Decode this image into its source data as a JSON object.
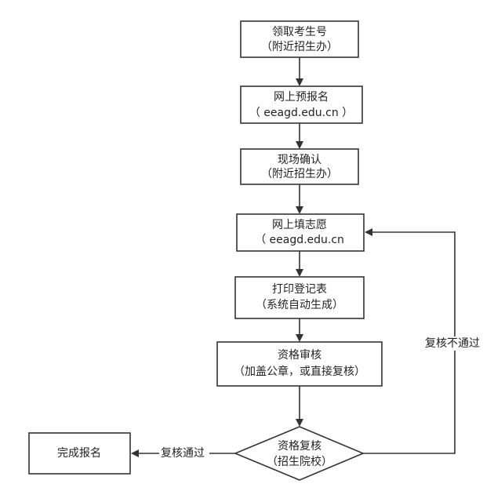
{
  "steps": [
    {
      "line1": "领取考生号",
      "line2": "（附近招生办）"
    },
    {
      "line1": "网上预报名",
      "line2": "（ eeagd.edu.cn ）"
    },
    {
      "line1": "现场确认",
      "line2": "（附近招生办）"
    },
    {
      "line1": "网上填志愿",
      "line2": "（ eeagd.edu.cn"
    },
    {
      "line1": "打印登记表",
      "line2": "（系统自动生成）"
    },
    {
      "line1": "资格审核",
      "line2": "（加盖公章，或直接复核）"
    }
  ],
  "decision": {
    "line1": "资格复核",
    "line2": "（招生院校）"
  },
  "final": {
    "label": "完成报名"
  },
  "edges": {
    "pass_label": "复核通过",
    "fail_label": "复核不通过"
  }
}
